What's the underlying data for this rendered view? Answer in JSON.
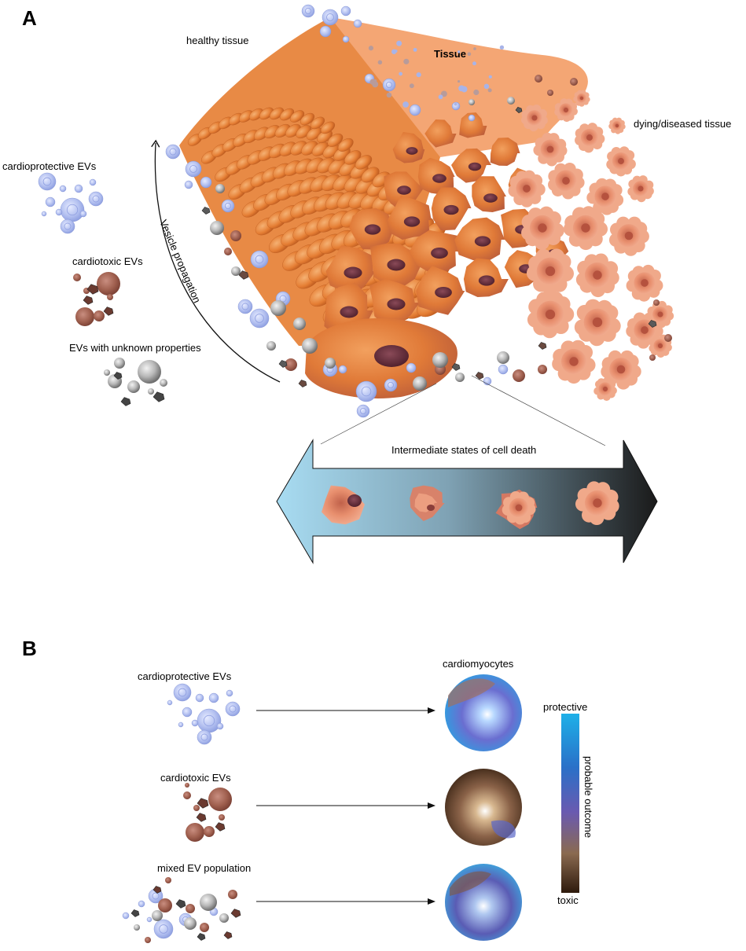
{
  "panels": {
    "a": "A",
    "b": "B"
  },
  "panel_a": {
    "healthy_tissue": "healthy tissue",
    "tissue": "Tissue",
    "dying_tissue": "dying/diseased tissue",
    "vesicle_propagation": "Vesicle propagation",
    "intermediate_states": "Intermediate states of cell death",
    "legend": {
      "cardioprotective": "cardioprotective EVs",
      "cardiotoxic": "cardiotoxic EVs",
      "unknown": "EVs with unknown properties"
    }
  },
  "panel_b": {
    "cardiomyocytes": "cardiomyocytes",
    "rows": [
      {
        "label": "cardioprotective EVs"
      },
      {
        "label": "cardiotoxic EVs"
      },
      {
        "label": "mixed EV population"
      }
    ],
    "scale": {
      "top": "protective",
      "bottom": "toxic",
      "axis": "probable outcome"
    }
  },
  "colors": {
    "protective": "#3aaee6",
    "mid": "#6a5cb0",
    "toxic": "#3a2410",
    "healthy_cell": "#e8843a",
    "dying_cell": "#e89a7a",
    "ev_blue": "#aab8ec",
    "ev_brown": "#9a5a4e",
    "ev_gray": "#a8a8a8"
  }
}
